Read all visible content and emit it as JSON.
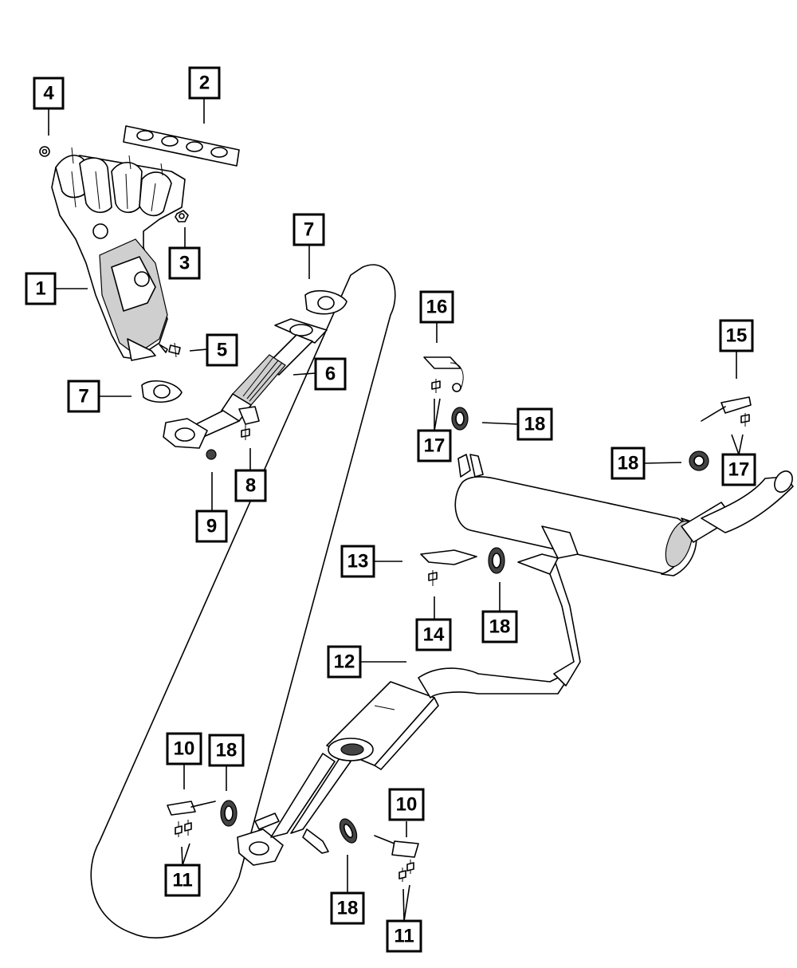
{
  "callouts": {
    "c1": "1",
    "c2": "2",
    "c3": "3",
    "c4": "4",
    "c5": "5",
    "c6": "6",
    "c7a": "7",
    "c7b": "7",
    "c8": "8",
    "c9": "9",
    "c10a": "10",
    "c10b": "10",
    "c11a": "11",
    "c11b": "11",
    "c12": "12",
    "c13": "13",
    "c14": "14",
    "c15": "15",
    "c16": "16",
    "c17a": "17",
    "c17b": "17",
    "c18a": "18",
    "c18b": "18",
    "c18c": "18",
    "c18d": "18",
    "c18e": "18"
  }
}
